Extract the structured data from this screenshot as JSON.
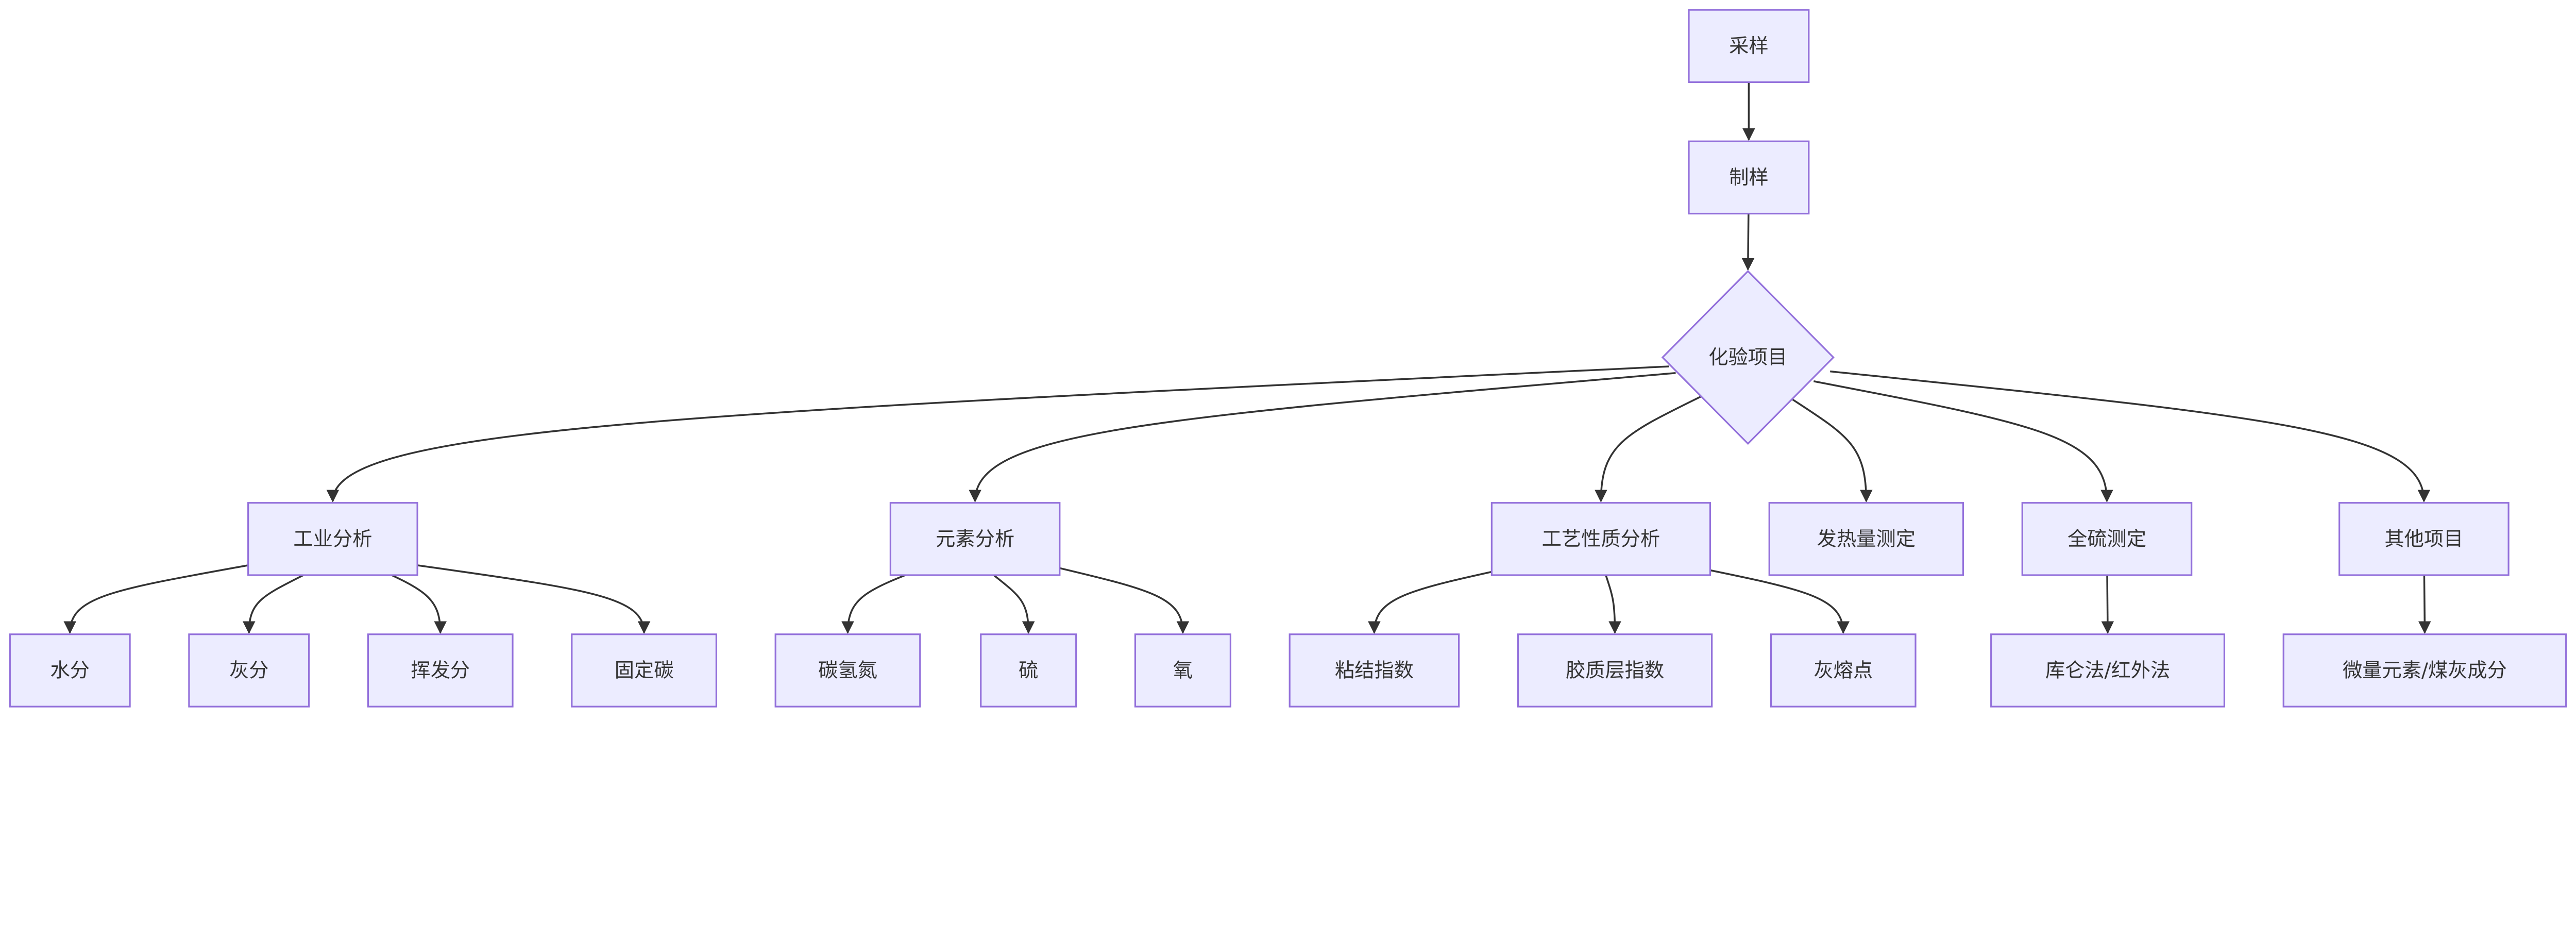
{
  "colors": {
    "node_fill": "#ECECFF",
    "node_stroke": "#9370DB",
    "edge": "#333333",
    "text": "#333333",
    "background": "#FFFFFF"
  },
  "nodes": [
    {
      "id": "sampling",
      "label": "采样",
      "shape": "rect"
    },
    {
      "id": "prep",
      "label": "制样",
      "shape": "rect"
    },
    {
      "id": "tests",
      "label": "化验项目",
      "shape": "diamond"
    },
    {
      "id": "proximate",
      "label": "工业分析",
      "shape": "rect"
    },
    {
      "id": "ultimate",
      "label": "元素分析",
      "shape": "rect"
    },
    {
      "id": "process",
      "label": "工艺性质分析",
      "shape": "rect"
    },
    {
      "id": "calorific",
      "label": "发热量测定",
      "shape": "rect"
    },
    {
      "id": "sulfur_total",
      "label": "全硫测定",
      "shape": "rect"
    },
    {
      "id": "other",
      "label": "其他项目",
      "shape": "rect"
    },
    {
      "id": "moisture",
      "label": "水分",
      "shape": "rect"
    },
    {
      "id": "ash",
      "label": "灰分",
      "shape": "rect"
    },
    {
      "id": "volatile",
      "label": "挥发分",
      "shape": "rect"
    },
    {
      "id": "fixed_carbon",
      "label": "固定碳",
      "shape": "rect"
    },
    {
      "id": "chn",
      "label": "碳氢氮",
      "shape": "rect"
    },
    {
      "id": "sulfur",
      "label": "硫",
      "shape": "rect"
    },
    {
      "id": "oxygen",
      "label": "氧",
      "shape": "rect"
    },
    {
      "id": "caking",
      "label": "粘结指数",
      "shape": "rect"
    },
    {
      "id": "plastometric",
      "label": "胶质层指数",
      "shape": "rect"
    },
    {
      "id": "ash_fusion",
      "label": "灰熔点",
      "shape": "rect"
    },
    {
      "id": "coulometric",
      "label": "库仑法/红外法",
      "shape": "rect"
    },
    {
      "id": "trace",
      "label": "微量元素/煤灰成分",
      "shape": "rect"
    }
  ],
  "edges": [
    [
      "sampling",
      "prep"
    ],
    [
      "prep",
      "tests"
    ],
    [
      "tests",
      "proximate"
    ],
    [
      "tests",
      "ultimate"
    ],
    [
      "tests",
      "process"
    ],
    [
      "tests",
      "calorific"
    ],
    [
      "tests",
      "sulfur_total"
    ],
    [
      "tests",
      "other"
    ],
    [
      "proximate",
      "moisture"
    ],
    [
      "proximate",
      "ash"
    ],
    [
      "proximate",
      "volatile"
    ],
    [
      "proximate",
      "fixed_carbon"
    ],
    [
      "ultimate",
      "chn"
    ],
    [
      "ultimate",
      "sulfur"
    ],
    [
      "ultimate",
      "oxygen"
    ],
    [
      "process",
      "caking"
    ],
    [
      "process",
      "plastometric"
    ],
    [
      "process",
      "ash_fusion"
    ],
    [
      "sulfur_total",
      "coulometric"
    ],
    [
      "other",
      "trace"
    ]
  ]
}
